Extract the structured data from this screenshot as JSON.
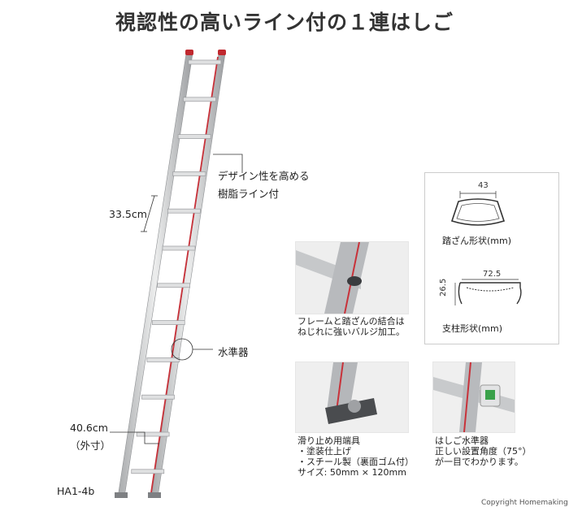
{
  "title": "視認性の高いライン付の１連はしご",
  "labels": {
    "design_line_1": "デザイン性を高める",
    "design_line_2": "樹脂ライン付",
    "rung_spacing": "33.5cm",
    "level_label": "水準器",
    "width_value": "40.6cm",
    "width_note": "（外寸）",
    "model": "HA1-4b"
  },
  "profiles": {
    "rung_width": "43",
    "rung_caption": "踏ざん形状(mm)",
    "rail_width": "72.5",
    "rail_height": "26.5",
    "rail_caption": "支柱形状(mm)"
  },
  "captions": {
    "joint_1": "フレームと踏ざんの結合は",
    "joint_2": "ねじれに強いバルジ加工。",
    "foot_1": "滑り止め用端具",
    "foot_2": "・塗装仕上げ",
    "foot_3": "・スチール製（裏面ゴム付）",
    "foot_4": "サイズ: 50mm × 120mm",
    "level_1": "はしご水準器",
    "level_2": "正しい設置角度（75°）",
    "level_3": "が一目でわかります。"
  },
  "copyright": "Copyright Homemaking",
  "colors": {
    "rail": "#c9cbcd",
    "rail_edge": "#9a9c9f",
    "accent_line": "#c8323a",
    "cap": "#c0282e"
  }
}
